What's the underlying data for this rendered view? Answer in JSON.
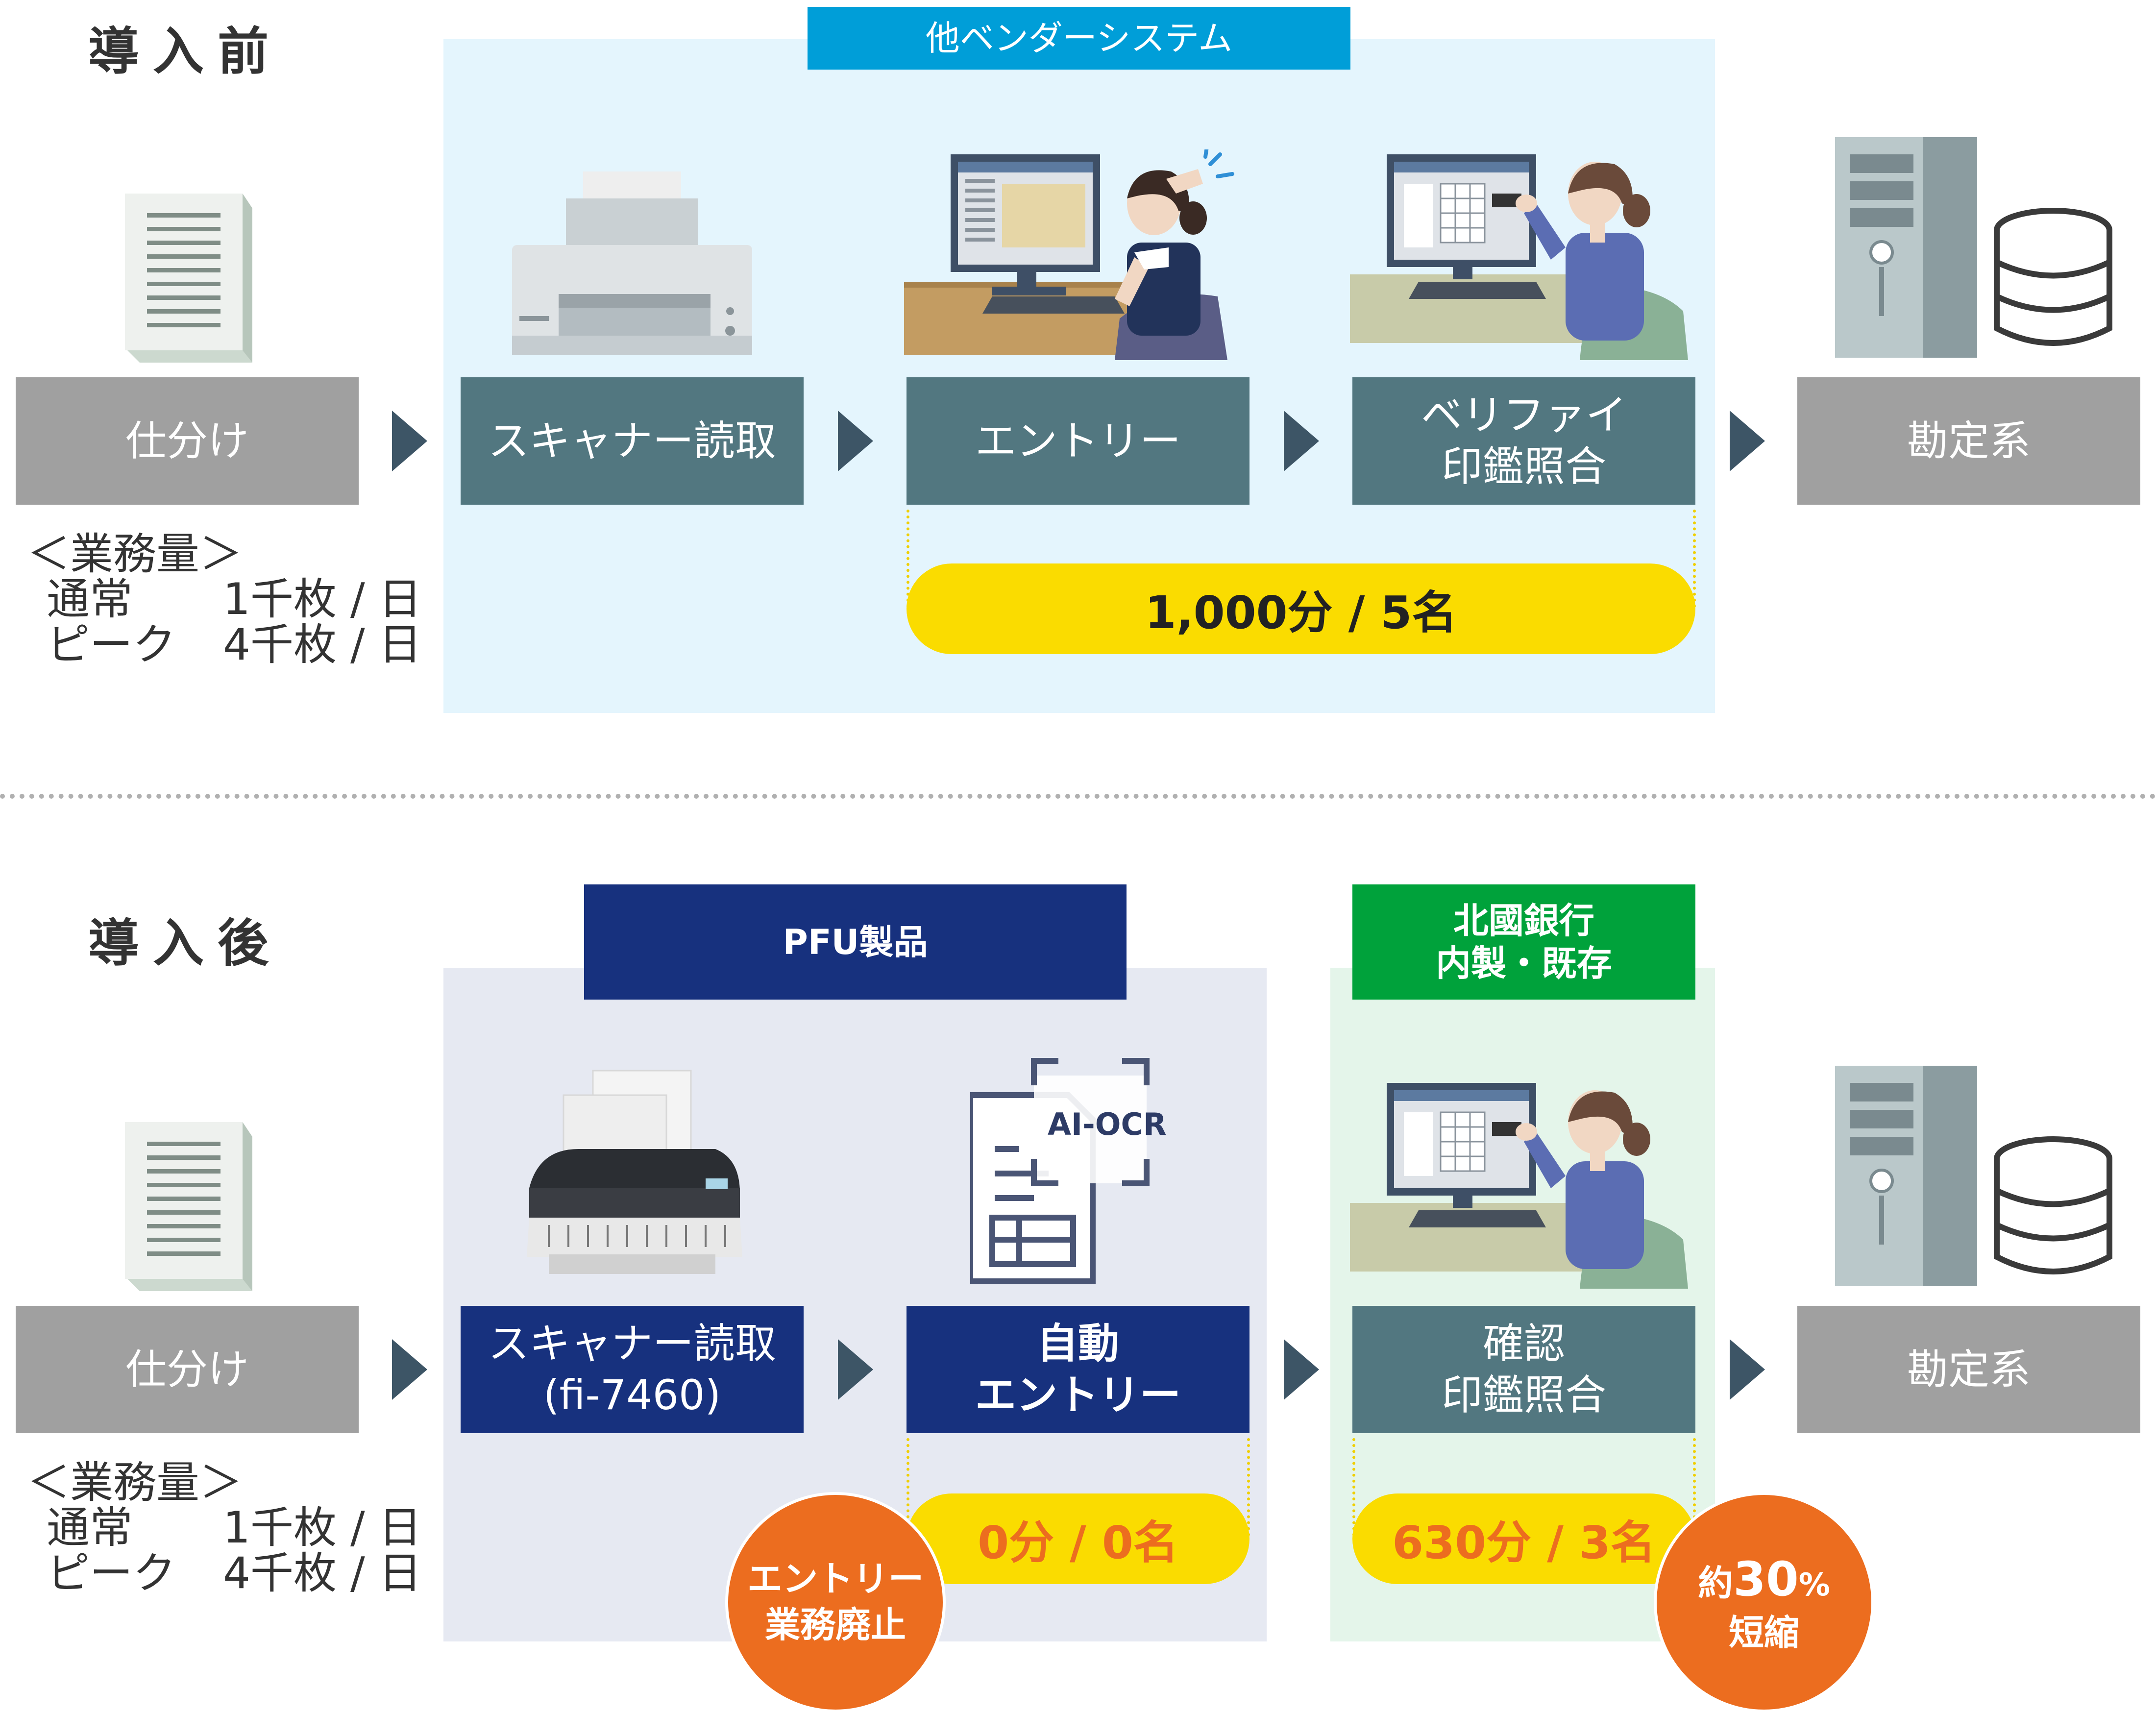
{
  "colors": {
    "navy": "#17317e",
    "teal": "#527780",
    "gray": "#a0a0a0",
    "yellow": "#fadc00",
    "orange": "#ec6d1f",
    "green": "#00a23b",
    "blue_banner": "#009ed8",
    "before_panel": "#e4f5fd",
    "after_panel_pfu": "#e6e9f2",
    "after_panel_green": "#e4f5ea",
    "arrow": "#3d5566"
  },
  "icons": [
    "document-icon",
    "printer-scanner-icon",
    "operator-worried-icon",
    "operator-verify-icon",
    "server-tower-icon",
    "database-icon",
    "fi7460-scanner-icon",
    "ai-ocr-document-icon"
  ],
  "before": {
    "title": "導入前",
    "vendor_banner": "他ベンダーシステム",
    "steps": [
      "仕分け",
      "スキャナー読取",
      "エントリー",
      [
        "ベリファイ",
        "印鑑照合"
      ],
      "勘定系"
    ],
    "pill": "1,000分 / 5名",
    "volume": {
      "header": "＜業務量＞",
      "rows": [
        {
          "label": "通常",
          "value": "1千枚 / 日"
        },
        {
          "label": "ピーク",
          "value": "4千枚 / 日"
        }
      ]
    }
  },
  "after": {
    "title": "導入後",
    "pfu_banner": "PFU製品",
    "bank_banner": [
      "北國銀行",
      "内製・既存"
    ],
    "steps": {
      "sort": "仕分け",
      "scan": [
        "スキャナー読取",
        "(fi-7460)"
      ],
      "auto": [
        "自動",
        "エントリー"
      ],
      "verify": [
        "確認",
        "印鑑照合"
      ],
      "core": "勘定系"
    },
    "ai_ocr_label": "AI-OCR",
    "pill_entry": "0分 / 0名",
    "pill_verify": "630分 / 3名",
    "badge_abolish": [
      "エントリー",
      "業務廃止"
    ],
    "badge_reduce": {
      "prefix": "約",
      "number": "30",
      "suffix": "%",
      "line2": "短縮"
    },
    "volume": {
      "header": "＜業務量＞",
      "rows": [
        {
          "label": "通常",
          "value": "1千枚 / 日"
        },
        {
          "label": "ピーク",
          "value": "4千枚 / 日"
        }
      ]
    }
  }
}
